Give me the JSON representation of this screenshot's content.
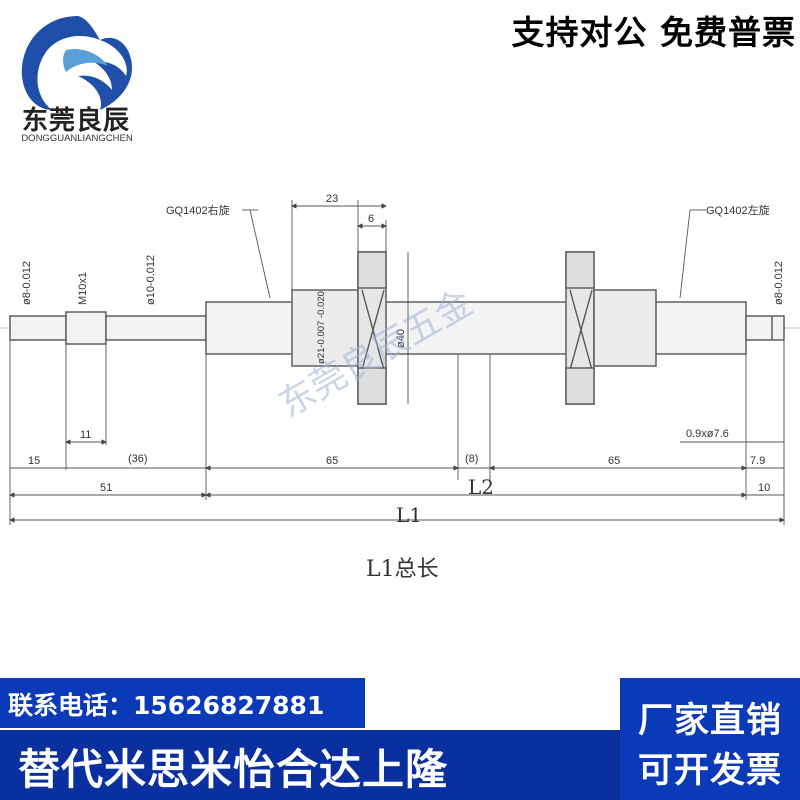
{
  "brand": {
    "name_cn": "东莞良辰",
    "name_en": "DONGGUANLIANGCHEN",
    "colors": {
      "logo_blue": "#1f4fa8",
      "logo_light": "#5aa0d8"
    }
  },
  "top_banner": "支持对公 免费普票",
  "drawing": {
    "labels": {
      "left_nut": "GQ1402右旋",
      "right_nut": "GQ1402左旋",
      "d8_left": "ø8-0.012",
      "m10": "M10x1",
      "d10": "ø10-0.012",
      "d21": "ø21-0.007 -0.020",
      "d40": "ø40",
      "d8_right": "ø8-0.012",
      "dim_23": "23",
      "dim_6": "6",
      "dim_11": "11",
      "dim_15": "15",
      "dim_36": "(36)",
      "dim_65a": "65",
      "dim_8": "(8)",
      "dim_65b": "65",
      "dim_79": "7.9",
      "dim_51": "51",
      "dim_10": "10",
      "groove": "0.9xø7.6",
      "L2": "L2",
      "L1": "L1",
      "total_length": "L1总长"
    },
    "watermark": "东莞良辰五金"
  },
  "footer": {
    "phone": "联系电话：15626827881",
    "replace": "替代米思米怡合达上隆",
    "right_line1": "厂家直销",
    "right_line2": "可开发票",
    "colors": {
      "blue": "#0b3ab8",
      "dark_blue": "#0a2f9e"
    }
  }
}
